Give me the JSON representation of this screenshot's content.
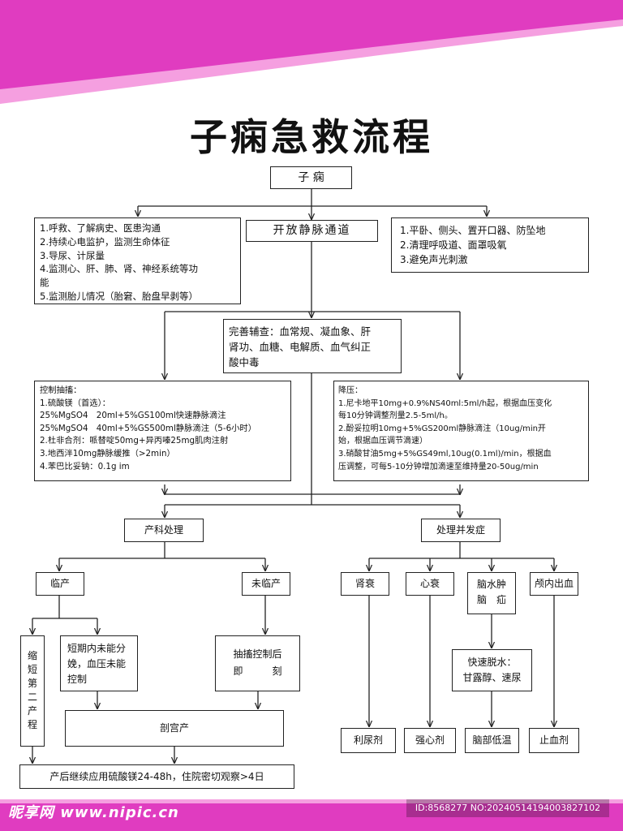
{
  "title": "子痫急救流程",
  "colors": {
    "accent": "#e03cc0",
    "accent_light": "#f59fe0",
    "line": "#222222"
  },
  "boxes": {
    "root": [
      "子 痫"
    ],
    "iv": [
      "开放静脉通道"
    ],
    "left_care": [
      "1.呼救、了解病史、医患沟通",
      "2.持续心电监护，监测生命体征",
      "3.导尿、计尿量",
      "4.监测心、肝、肺、肾、神经系统等功",
      "能",
      "5.监测胎儿情况（胎窘、胎盘早剥等）"
    ],
    "right_care": [
      "1.平卧、侧头、置开口器、防坠地",
      "2.清理呼吸道、面罩吸氧",
      "3.避免声光刺激"
    ],
    "exams": [
      "完善辅查：血常规、凝血象、肝",
      "肾功、血糖、电解质、血气纠正",
      "酸中毒"
    ],
    "seizure": [
      "控制抽搐：",
      "1.硫酸镁（首选）：",
      "25%MgSO4　20ml+5%GS100ml快速静脉滴注",
      "25%MgSO4　40ml+5%GS500ml静脉滴注（5-6小时）",
      "2.杜非合剂：哌替啶50mg+异丙嗪25mg肌肉注射",
      "3.地西泮10mg静脉缓推（>2min）",
      "4.苯巴比妥钠：0.1g im"
    ],
    "bp": [
      "降压：",
      "1.尼卡地平10mg+0.9%NS40ml:5ml/h起，根据血压变化",
      "每10分钟调整剂量2.5-5ml/h。",
      "2.酚妥拉明10mg+5%GS200ml静脉滴注（10ug/min开",
      "始，根据血压调节滴速）",
      "3.硝酸甘油5mg+5%GS49ml,10ug(0.1ml)/min，根据血",
      "压调整，可每5-10分钟增加滴速至维持量20-50ug/min"
    ],
    "obstetric": [
      "产科处理"
    ],
    "complications": [
      "处理并发症"
    ],
    "labor": [
      "临产"
    ],
    "not_labor": [
      "未临产"
    ],
    "shorten": [
      "缩",
      "短",
      "第",
      "二",
      "产",
      "程"
    ],
    "no_delivery": [
      "短期内未能分",
      "娩，血压未能",
      "控制"
    ],
    "after_control": [
      "抽搐控制后",
      "即　　　刻"
    ],
    "cesarean": [
      "剖宫产"
    ],
    "postpartum": [
      "产后继续应用硫酸镁24-48h，住院密切观察>4日"
    ],
    "renal": [
      "肾衰"
    ],
    "heart": [
      "心衰"
    ],
    "brain": [
      "脑水肿",
      "脑　疝"
    ],
    "hemorrhage": [
      "颅内出血"
    ],
    "dehydrate": [
      "快速脱水：",
      "甘露醇、速尿"
    ],
    "diuretic": [
      "利尿剂"
    ],
    "cardiac": [
      "强心剂"
    ],
    "hypothermia": [
      "脑部低温"
    ],
    "hemostatic": [
      "止血剂"
    ]
  },
  "watermark": {
    "site": "昵享网 www.nipic.cn",
    "id": "ID:8568277 NO:20240514194003827102"
  }
}
